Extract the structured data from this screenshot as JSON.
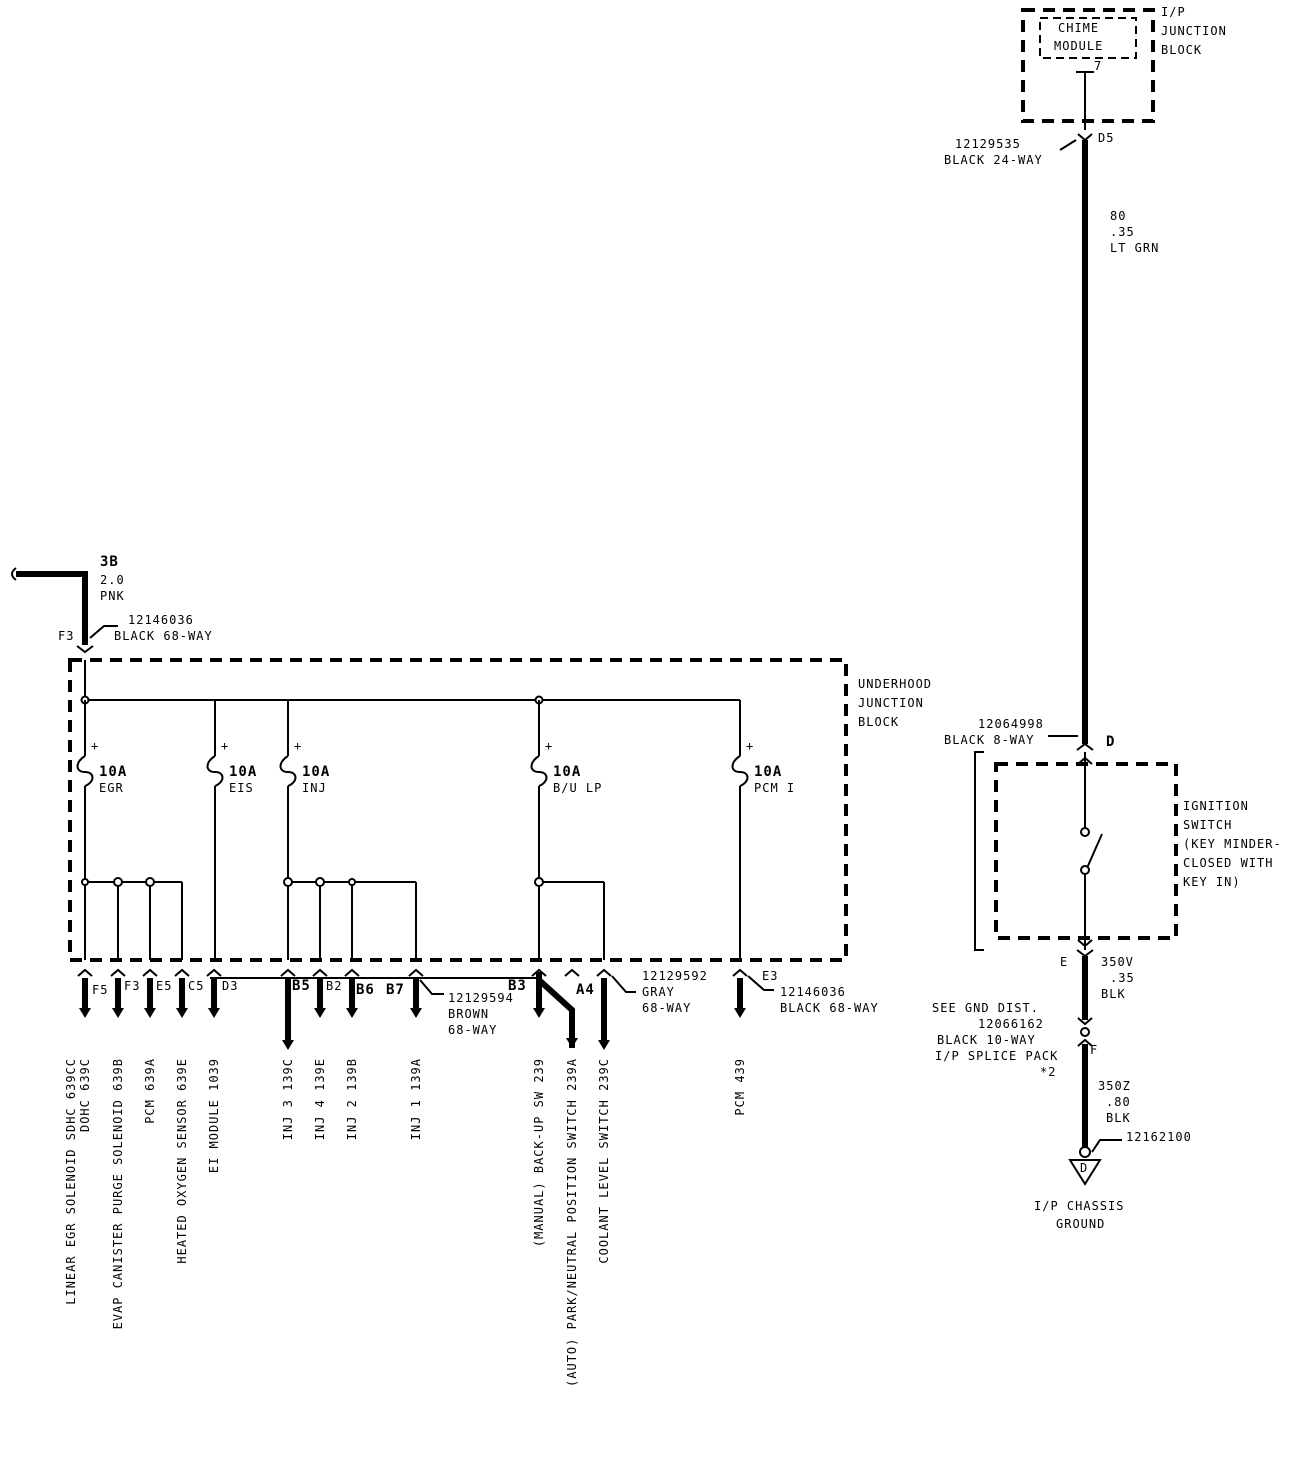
{
  "ip_junction_block": {
    "title": [
      "I/P",
      "JUNCTION",
      "BLOCK"
    ],
    "module": [
      "CHIME",
      "MODULE"
    ],
    "pin": "7",
    "connector_pin": "D5",
    "connector": [
      "12129535",
      "BLACK 24-WAY"
    ]
  },
  "wire_80": [
    "80",
    ".35",
    "LT GRN"
  ],
  "ignition_switch": {
    "title": [
      "IGNITION",
      "SWITCH",
      "(KEY MINDER-",
      "CLOSED WITH",
      "KEY IN)"
    ],
    "top_pin": "D",
    "bottom_pin": "E",
    "top_connector": [
      "12064998",
      "BLACK 8-WAY"
    ]
  },
  "wire_350v": [
    "350V",
    ".35",
    "BLK"
  ],
  "splice_pack": {
    "text": [
      "SEE GND DIST.",
      "12066162",
      "BLACK 10-WAY",
      "I/P SPLICE PACK",
      "*2"
    ],
    "pin": "F"
  },
  "wire_350z": [
    "350Z",
    ".80",
    "BLK"
  ],
  "ground": {
    "connector": "12162100",
    "symbol": "D",
    "label": [
      "I/P CHASSIS",
      "GROUND"
    ]
  },
  "feed": {
    "wire": [
      "3B",
      "2.0",
      "PNK"
    ],
    "pin": "F3",
    "connector": [
      "12146036",
      "BLACK 68-WAY"
    ]
  },
  "underhood_block": {
    "title": [
      "UNDERHOOD",
      "JUNCTION",
      "BLOCK"
    ]
  },
  "fuses": [
    {
      "rating": "10A",
      "name": "EGR",
      "plus": "+"
    },
    {
      "rating": "10A",
      "name": "EIS",
      "plus": "+"
    },
    {
      "rating": "10A",
      "name": "INJ",
      "plus": "+"
    },
    {
      "rating": "10A",
      "name": "B/U LP",
      "plus": "+"
    },
    {
      "rating": "10A",
      "name": "PCM I",
      "plus": "+"
    }
  ],
  "outputs": [
    {
      "pin": "F5",
      "label": [
        "LINEAR EGR SOLENOID SDHC 639CC",
        "DOHC 639C"
      ]
    },
    {
      "pin": "F3",
      "label": [
        "EVAP CANISTER PURGE SOLENOID 639B"
      ]
    },
    {
      "pin": "E5",
      "label": [
        "PCM 639A"
      ]
    },
    {
      "pin": "C5",
      "label": [
        "HEATED OXYGEN SENSOR 639E"
      ]
    },
    {
      "pin": "D3",
      "label": [
        "EI MODULE 1039"
      ]
    },
    {
      "pin": "B5",
      "label": [
        "INJ 3 139C"
      ]
    },
    {
      "pin": "B2",
      "label": [
        "INJ 4 139E"
      ]
    },
    {
      "pin": "B6",
      "label": [
        "INJ 2 139B"
      ]
    },
    {
      "pin": "B7",
      "label": [
        "INJ 1 139A"
      ]
    },
    {
      "pin": "B3",
      "label": [
        "(MANUAL) BACK-UP SW 239"
      ]
    },
    {
      "pin": "A4",
      "label": [
        "(AUTO) PARK/NEUTRAL POSITION SWITCH 239A"
      ]
    },
    {
      "pin": "",
      "label": [
        "COOLANT LEVEL SWITCH 239C"
      ]
    },
    {
      "pin": "E3",
      "label": [
        "PCM 439"
      ]
    }
  ],
  "connectors": {
    "brown": [
      "12129594",
      "BROWN",
      "68-WAY"
    ],
    "gray": [
      "12129592",
      "GRAY",
      "68-WAY"
    ],
    "black": [
      "12146036",
      "BLACK 68-WAY"
    ]
  }
}
